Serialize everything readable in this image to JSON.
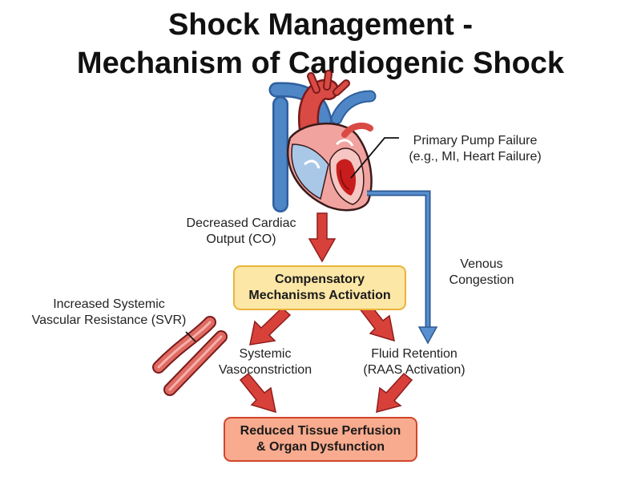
{
  "title": {
    "line1": "Shock Management -",
    "line2": "Mechanism of Cardiogenic Shock"
  },
  "labels": {
    "pump_failure_1": "Primary Pump Failure",
    "pump_failure_2": "(e.g., MI, Heart Failure)",
    "co_1": "Decreased Cardiac",
    "co_2": "Output (CO)",
    "venous_1": "Venous",
    "venous_2": "Congestion",
    "svr_1": "Increased Systemic",
    "svr_2": "Vascular Resistance (SVR)",
    "vaso_1": "Systemic",
    "vaso_2": "Vasoconstriction",
    "fluid_1": "Fluid Retention",
    "fluid_2": "(RAAS Activation)"
  },
  "boxes": {
    "compensatory_1": "Compensatory",
    "compensatory_2": "Mechanisms Activation",
    "outcome_1": "Reduced Tissue Perfusion",
    "outcome_2": "& Organ Dysfunction"
  },
  "colors": {
    "arrow_red": "#d8413a",
    "venous_blue": "#3f6fad",
    "comp_fill": "#fde7a6",
    "comp_border": "#e9b43a",
    "outcome_fill": "#f8ab8e",
    "outcome_border": "#d2452c"
  }
}
